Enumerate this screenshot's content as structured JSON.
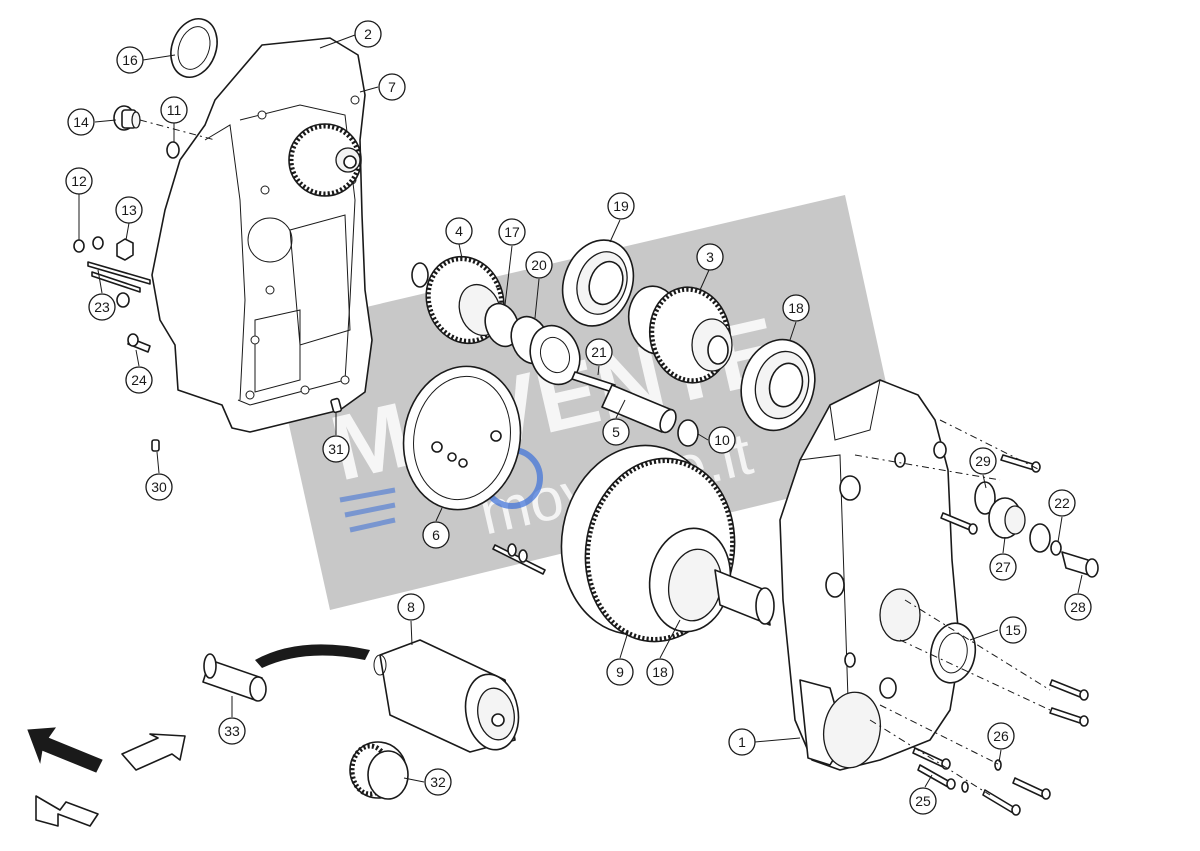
{
  "diagram": {
    "watermark": {
      "brand": "MOVENTE",
      "site": "movente.it"
    },
    "callouts": [
      {
        "id": "1",
        "label": "1"
      },
      {
        "id": "2",
        "label": "2"
      },
      {
        "id": "3",
        "label": "3"
      },
      {
        "id": "4",
        "label": "4"
      },
      {
        "id": "5",
        "label": "5"
      },
      {
        "id": "6",
        "label": "6"
      },
      {
        "id": "7",
        "label": "7"
      },
      {
        "id": "8",
        "label": "8"
      },
      {
        "id": "9",
        "label": "9"
      },
      {
        "id": "10",
        "label": "10"
      },
      {
        "id": "11",
        "label": "11"
      },
      {
        "id": "12",
        "label": "12"
      },
      {
        "id": "13",
        "label": "13"
      },
      {
        "id": "14",
        "label": "14"
      },
      {
        "id": "15",
        "label": "15"
      },
      {
        "id": "16",
        "label": "16"
      },
      {
        "id": "17",
        "label": "17"
      },
      {
        "id": "18a",
        "label": "18"
      },
      {
        "id": "18b",
        "label": "18"
      },
      {
        "id": "19",
        "label": "19"
      },
      {
        "id": "20",
        "label": "20"
      },
      {
        "id": "21",
        "label": "21"
      },
      {
        "id": "22",
        "label": "22"
      },
      {
        "id": "23",
        "label": "23"
      },
      {
        "id": "24",
        "label": "24"
      },
      {
        "id": "25",
        "label": "25"
      },
      {
        "id": "26",
        "label": "26"
      },
      {
        "id": "27",
        "label": "27"
      },
      {
        "id": "28",
        "label": "28"
      },
      {
        "id": "29",
        "label": "29"
      },
      {
        "id": "30",
        "label": "30"
      },
      {
        "id": "31",
        "label": "31"
      },
      {
        "id": "32",
        "label": "32"
      },
      {
        "id": "33",
        "label": "33"
      }
    ],
    "colors": {
      "line": "#1a1a1a",
      "watermark_band": "#9a9a9a",
      "watermark_accent": "#3a6fd8"
    }
  }
}
